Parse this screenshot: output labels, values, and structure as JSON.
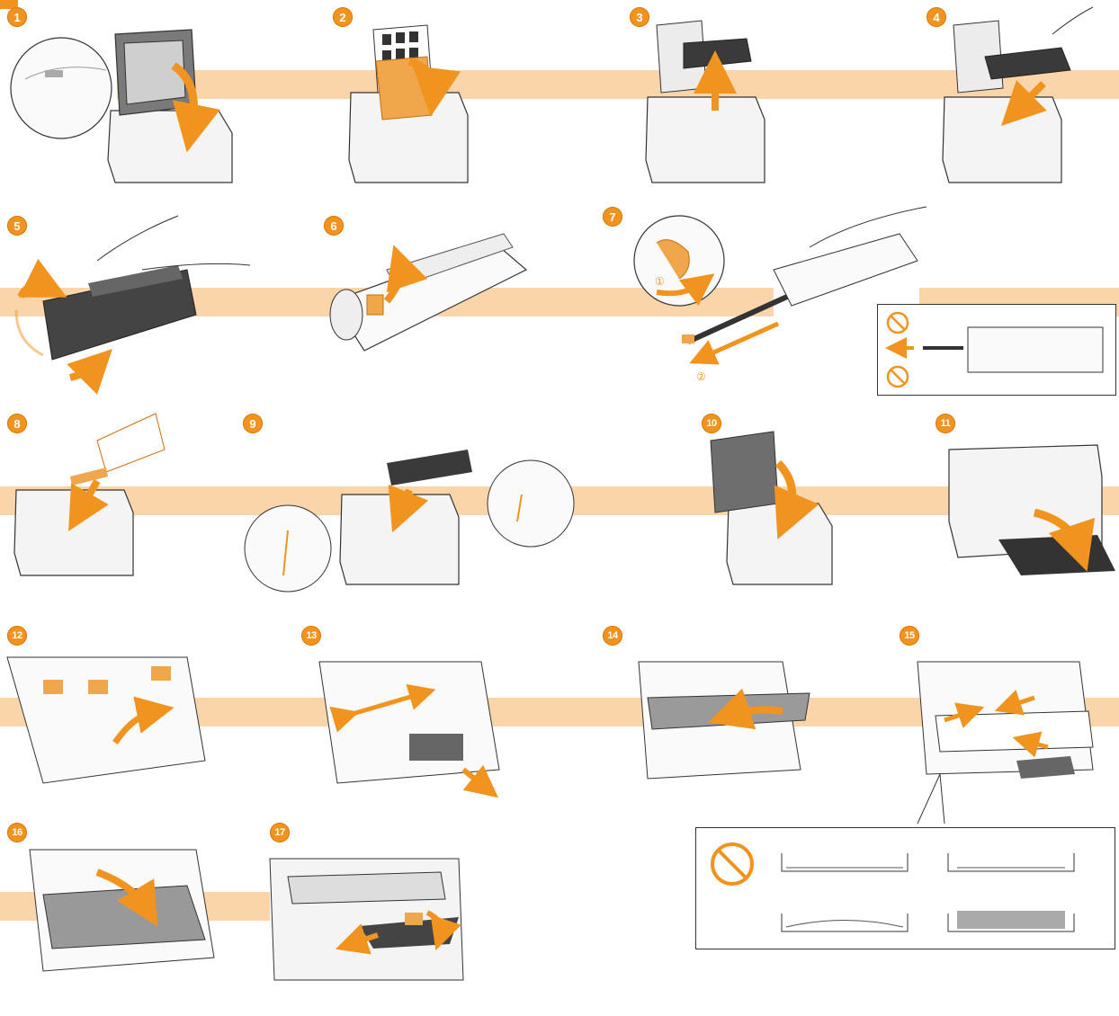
{
  "steps": [
    {
      "number": "1"
    },
    {
      "number": "2"
    },
    {
      "number": "3"
    },
    {
      "number": "4"
    },
    {
      "number": "5"
    },
    {
      "number": "6"
    },
    {
      "number": "7"
    },
    {
      "number": "8"
    },
    {
      "number": "9"
    },
    {
      "number": "10"
    },
    {
      "number": "11"
    },
    {
      "number": "12"
    },
    {
      "number": "13"
    },
    {
      "number": "14"
    },
    {
      "number": "15"
    },
    {
      "number": "16"
    },
    {
      "number": "17"
    }
  ],
  "step7_labels": {
    "first": "①",
    "second": "②"
  },
  "colors": {
    "accent": "#f0941f",
    "band": "#fbd5aa",
    "line": "#333333",
    "body": "#f4f4f4"
  },
  "icons": [
    "prohibited-icon",
    "arrow-icon",
    "hand-icon",
    "printer-illustration",
    "toner-cartridge-illustration",
    "paper-stack-illustration"
  ]
}
